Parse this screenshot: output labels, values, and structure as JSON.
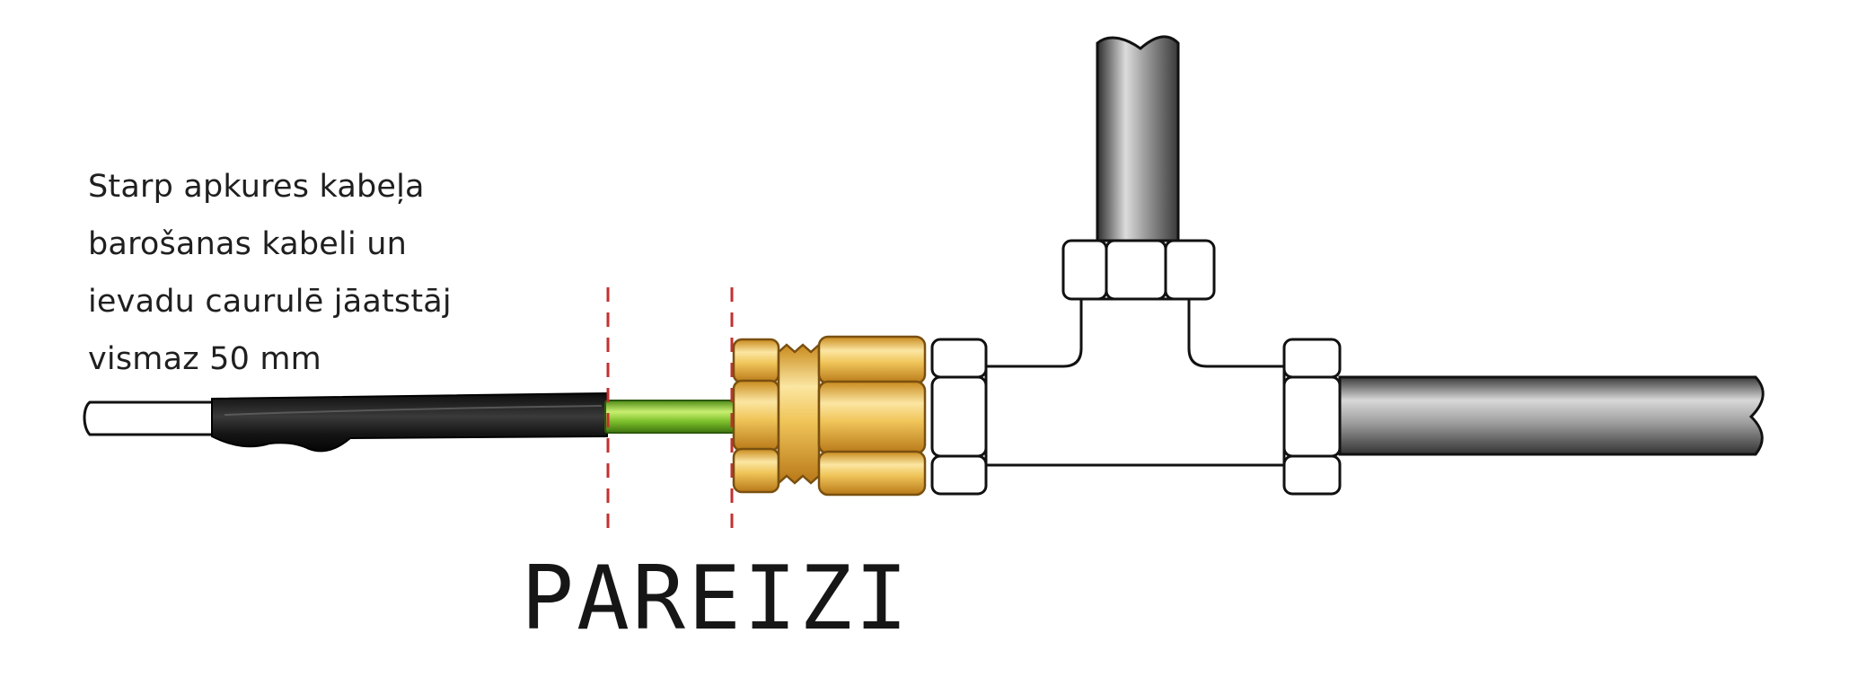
{
  "diagram": {
    "note_lines": [
      "Starp apkures kabeļa",
      "barošanas kabeli un",
      "ievadu caurulē jāatstāj",
      "vismaz 50 mm"
    ],
    "verdict_label": "PAREIZI",
    "colors": {
      "cable_sheath": "#1a1a1a",
      "inner_wire": "#7cc02a",
      "brass_fitting": "#e0a830",
      "pipe_metal": "#8a8a8a",
      "marker_line": "#c43030",
      "outline": "#111111"
    }
  }
}
